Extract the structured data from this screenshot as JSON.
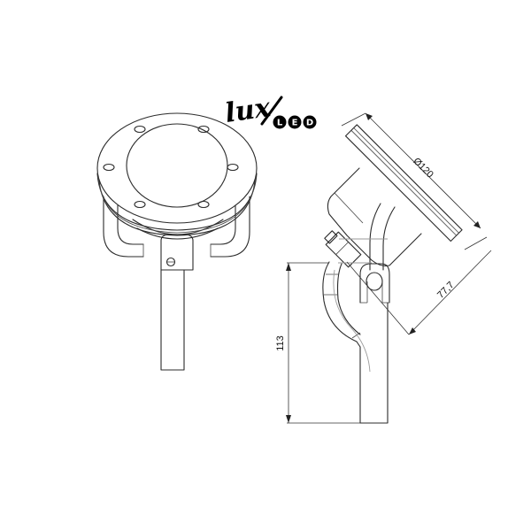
{
  "logo": {
    "script_text": "lux",
    "badge_letters": [
      "L",
      "E",
      "D"
    ]
  },
  "front_view": {
    "description": "Front view of round LED spotlight with 6-hole flange, U-bracket and ground spike"
  },
  "side_view": {
    "description": "Side view, lamp head tilted on bracket, mounted on spike"
  },
  "dimensions": {
    "diameter": "Ø120",
    "depth": "77,7",
    "height": "113"
  },
  "colors": {
    "line": "#2b2b2b",
    "construction_line": "#9a9a9a",
    "background": "#ffffff"
  }
}
